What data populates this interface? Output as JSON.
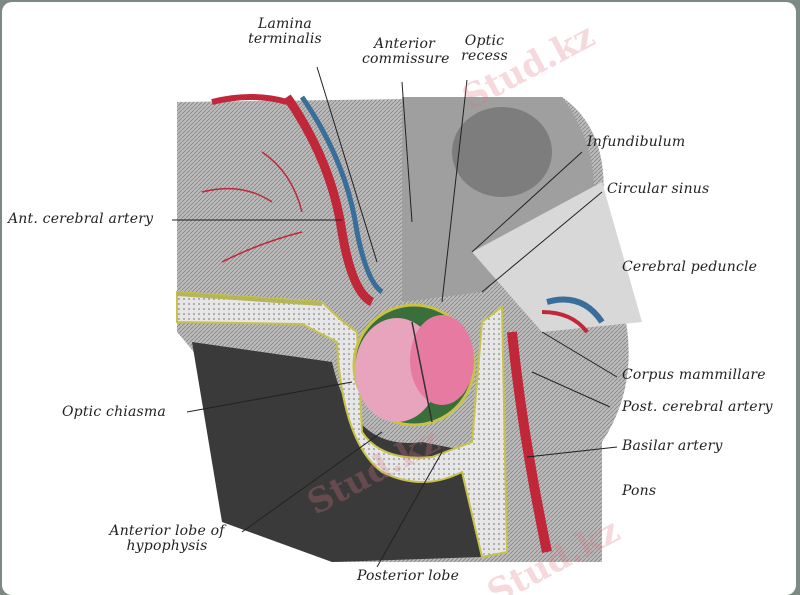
{
  "labels": {
    "lamina_terminalis": "Lamina terminalis",
    "anterior_commissure": "Anterior commissure",
    "optic_recess": "Optic recess",
    "infundibulum": "Infundibulum",
    "circular_sinus": "Circular sinus",
    "ant_cerebral_artery": "Ant. cerebral artery",
    "cerebral_peduncle": "Cerebral peduncle",
    "corpus_mammillare": "Corpus mammillare",
    "post_cerebral_artery": "Post. cerebral artery",
    "basilar_artery": "Basilar artery",
    "pons": "Pons",
    "optic_chiasma": "Optic chiasma",
    "anterior_lobe": "Anterior lobe of hypophysis",
    "posterior_lobe": "Posterior lobe"
  },
  "watermark": "Stud.kz",
  "colors": {
    "artery": "#c0283a",
    "vein": "#3a6e9a",
    "hypophysis": "#e77aa0",
    "border": "#7d8a84"
  }
}
